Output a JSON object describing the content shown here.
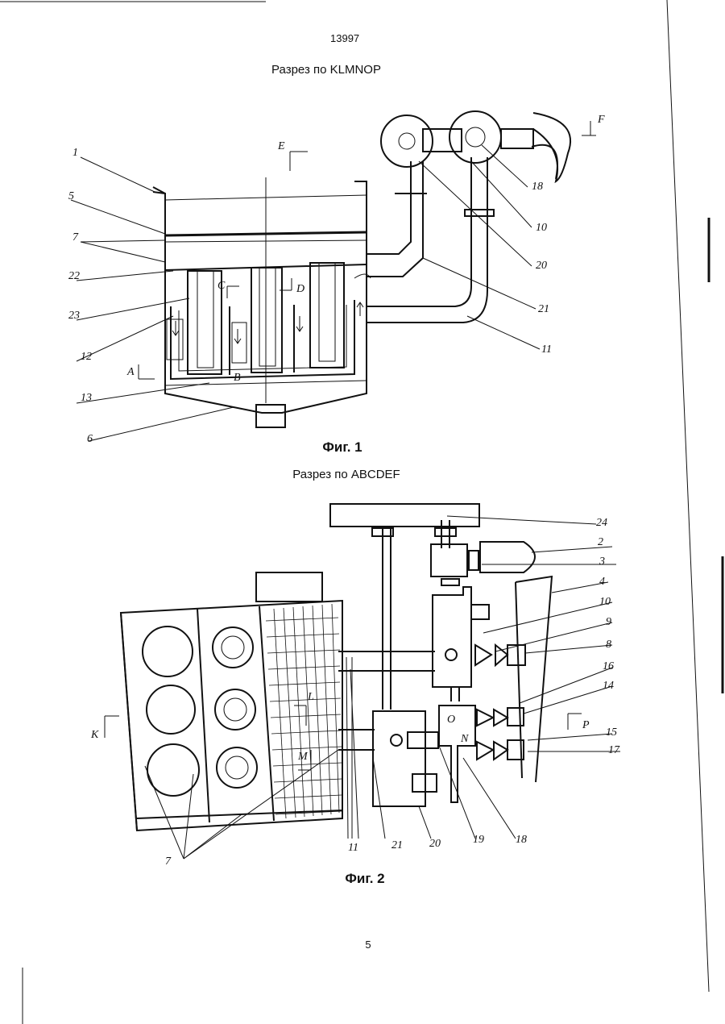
{
  "page": {
    "patent_number": "13997",
    "page_number": "5"
  },
  "figure1": {
    "section_title": "Разрез по KLMNOP",
    "caption": "Фиг. 1",
    "labels": [
      "1",
      "5",
      "7",
      "22",
      "23",
      "12",
      "13",
      "6",
      "18",
      "10",
      "20",
      "21",
      "11"
    ],
    "section_marks": [
      "E",
      "F",
      "A",
      "B",
      "C",
      "D"
    ]
  },
  "figure2": {
    "section_title": "Разрез по ABCDEF",
    "caption": "Фиг. 2",
    "labels": [
      "24",
      "2",
      "3",
      "4",
      "10",
      "9",
      "8",
      "16",
      "14",
      "15",
      "17",
      "18",
      "19",
      "20",
      "21",
      "11",
      "7"
    ],
    "section_marks": [
      "K",
      "P",
      "L",
      "M",
      "O",
      "N"
    ]
  }
}
